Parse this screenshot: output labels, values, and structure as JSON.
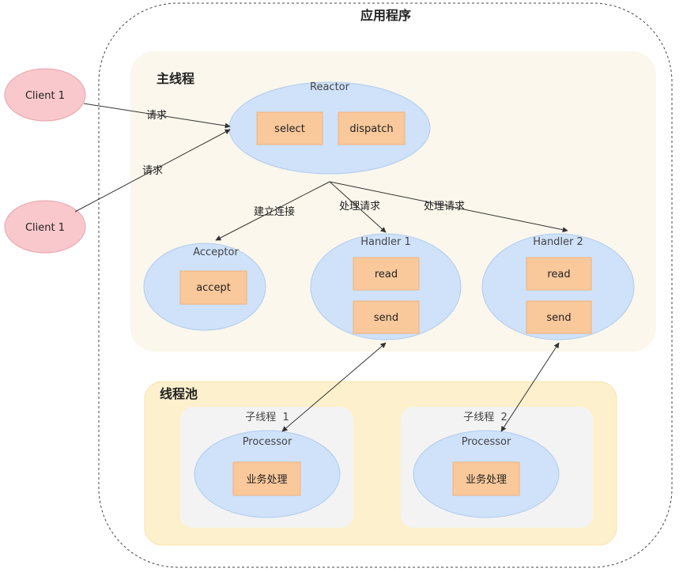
{
  "title": "应用程序",
  "main_thread": {
    "label": "主线程",
    "reactor": {
      "label": "Reactor",
      "items": [
        "select",
        "dispatch"
      ]
    },
    "acceptor": {
      "label": "Acceptor",
      "items": [
        "accept"
      ]
    },
    "handlers": [
      {
        "label": "Handler 1",
        "items": [
          "read",
          "send"
        ]
      },
      {
        "label": "Handler 2",
        "items": [
          "read",
          "send"
        ]
      }
    ]
  },
  "clients": [
    {
      "label": "Client 1"
    },
    {
      "label": "Client 1"
    }
  ],
  "edges": {
    "client_top_request": "请求",
    "client_bottom_request": "请求",
    "reactor_to_acceptor": "建立连接",
    "reactor_to_handler_1": "处理请求",
    "reactor_to_handler_2": "处理请求"
  },
  "thread_pool": {
    "label": "线程池",
    "workers": [
      {
        "label": "子线程  1",
        "processor": "Processor",
        "task": "业务处理"
      },
      {
        "label": "子线程  2",
        "processor": "Processor",
        "task": "业务处理"
      }
    ]
  },
  "colors": {
    "client_fill": "#f9c8cc",
    "ellipse_fill": "#cfe2fa",
    "box_fill": "#f9c89b",
    "main_thread_fill": "#fbf7ec",
    "thread_pool_fill": "#fdf0cc",
    "worker_fill": "#f3f3f3"
  }
}
